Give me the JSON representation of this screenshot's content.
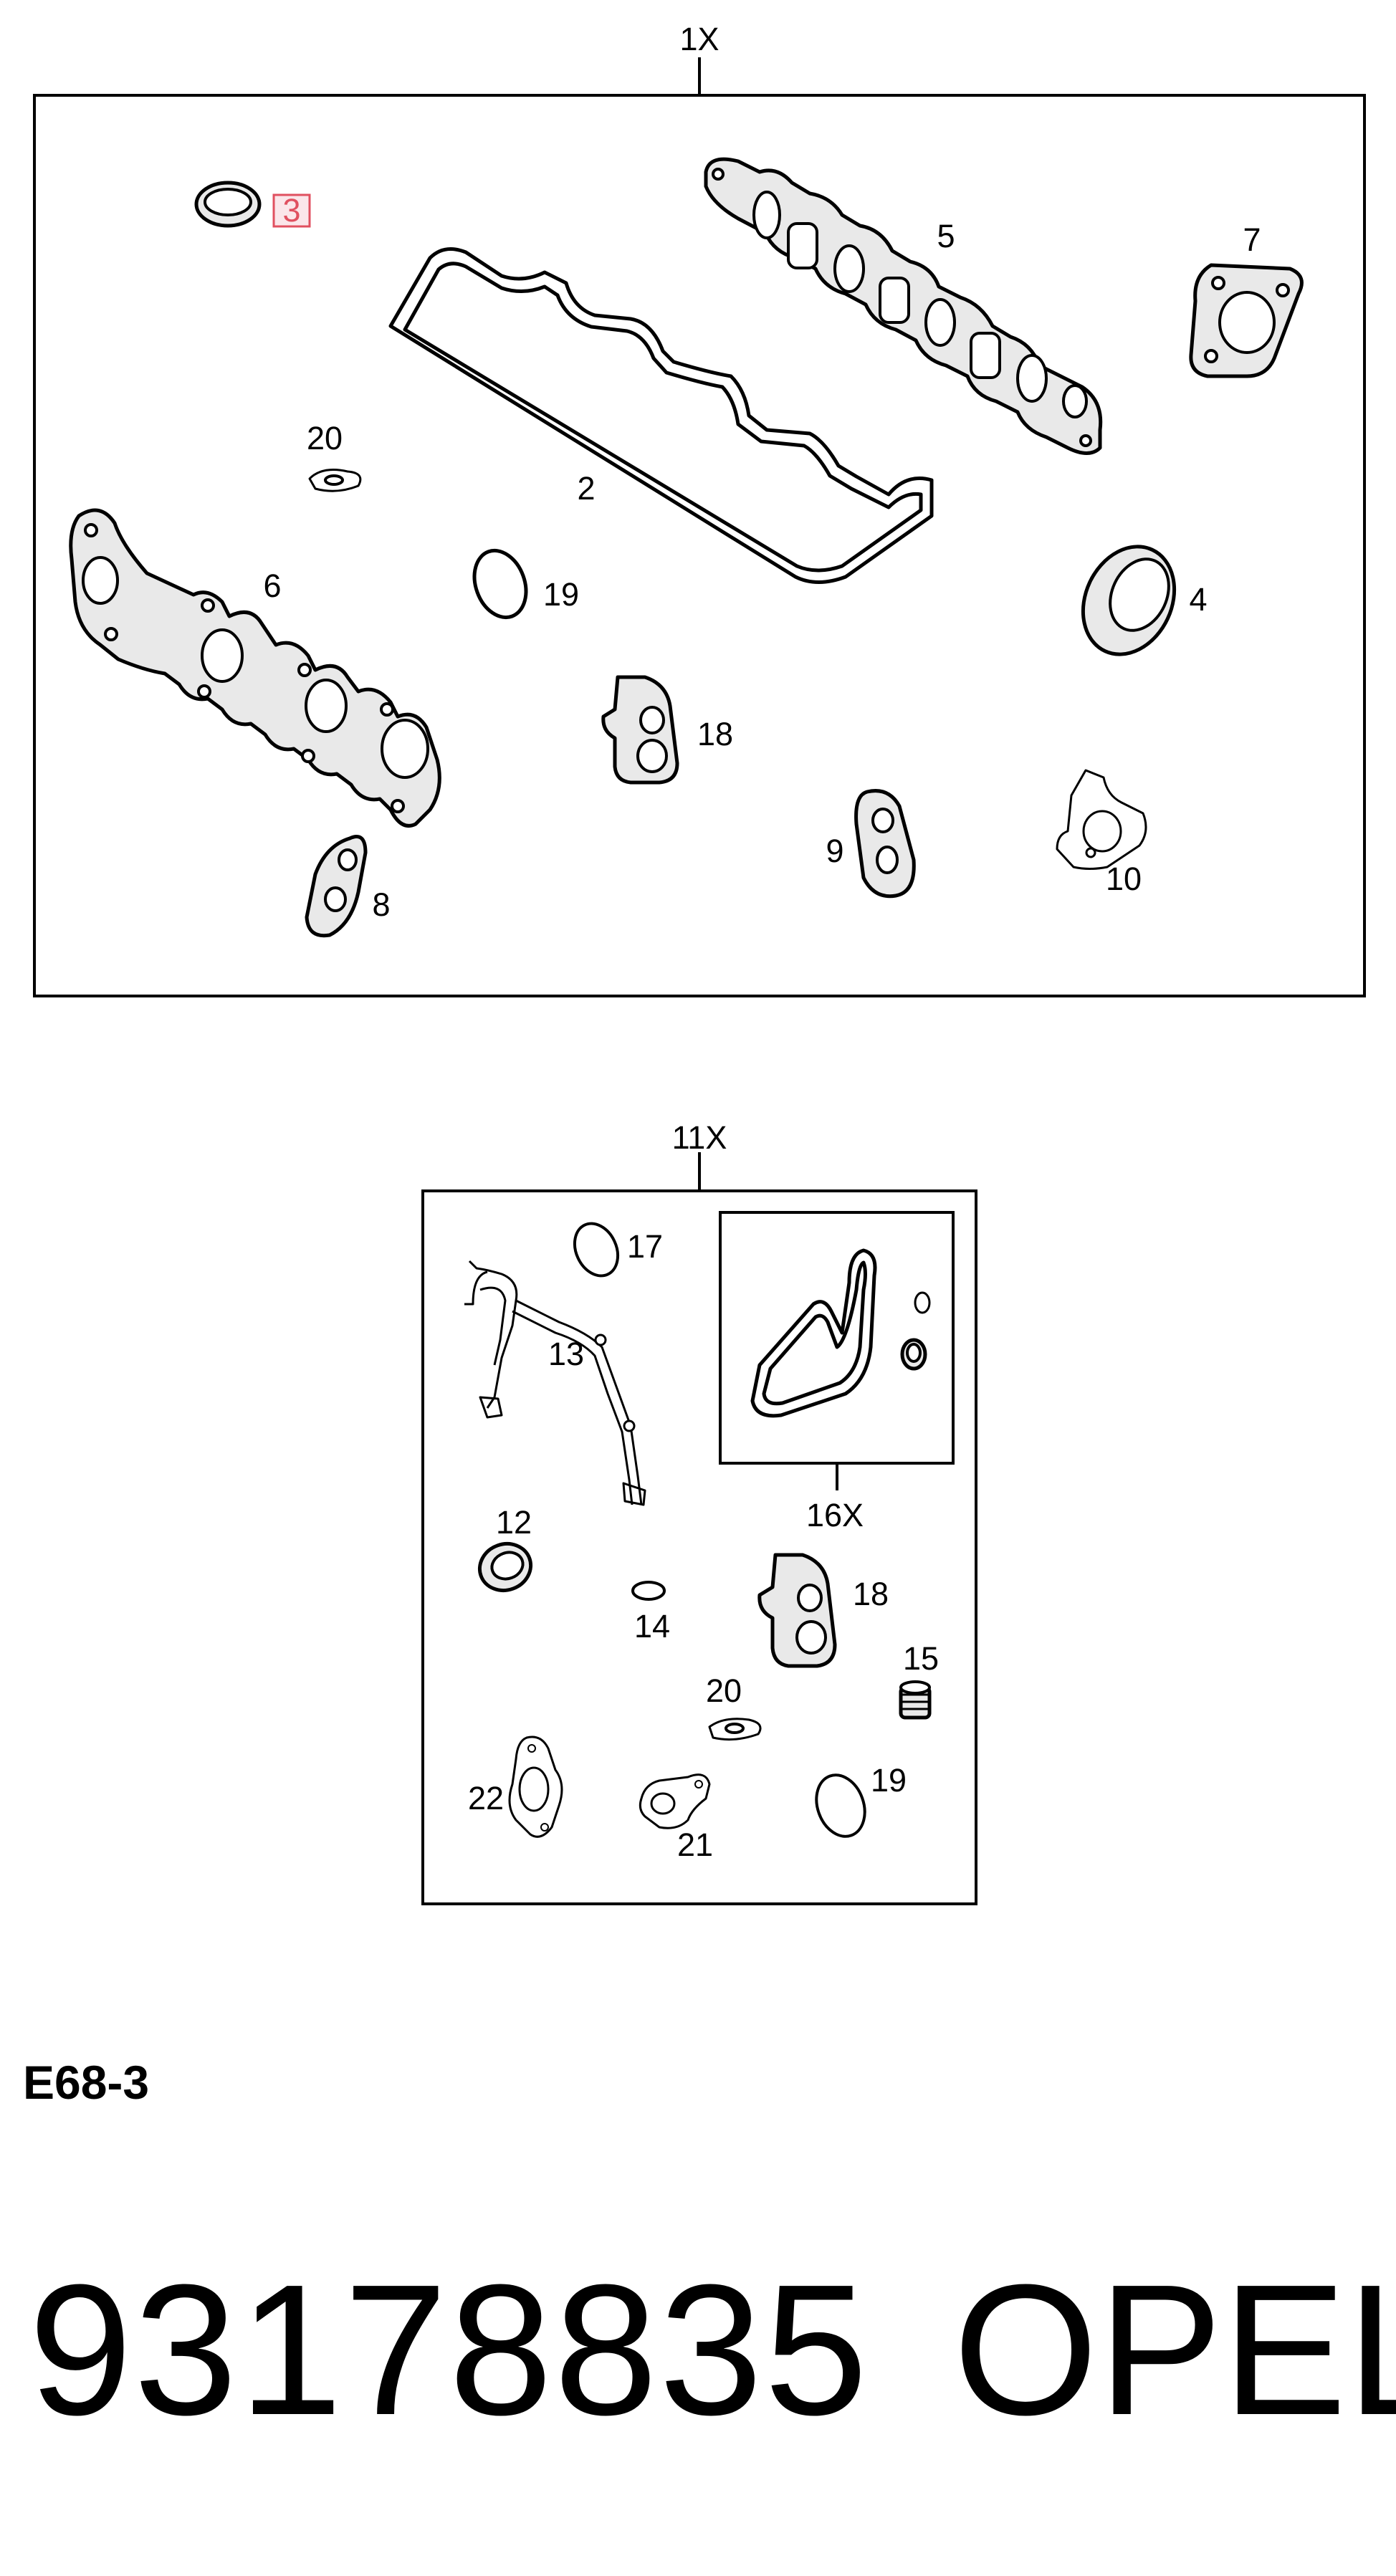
{
  "kits": {
    "kit1": {
      "label": "1X"
    },
    "kit11": {
      "label": "11X"
    },
    "kit16": {
      "label": "16X"
    }
  },
  "callouts": {
    "p2": "2",
    "p3": "3",
    "p4": "4",
    "p5": "5",
    "p6": "6",
    "p7": "7",
    "p8": "8",
    "p9": "9",
    "p10": "10",
    "p19a": "19",
    "p20a": "20",
    "p18a": "18",
    "p17": "17",
    "p13": "13",
    "p12": "12",
    "p14": "14",
    "p18b": "18",
    "p15": "15",
    "p20b": "20",
    "p22": "22",
    "p21": "21",
    "p19b": "19"
  },
  "highlight_color": "#e05060",
  "diagram_code": "E68-3",
  "part_number": "93178835",
  "brand": "OPEL"
}
